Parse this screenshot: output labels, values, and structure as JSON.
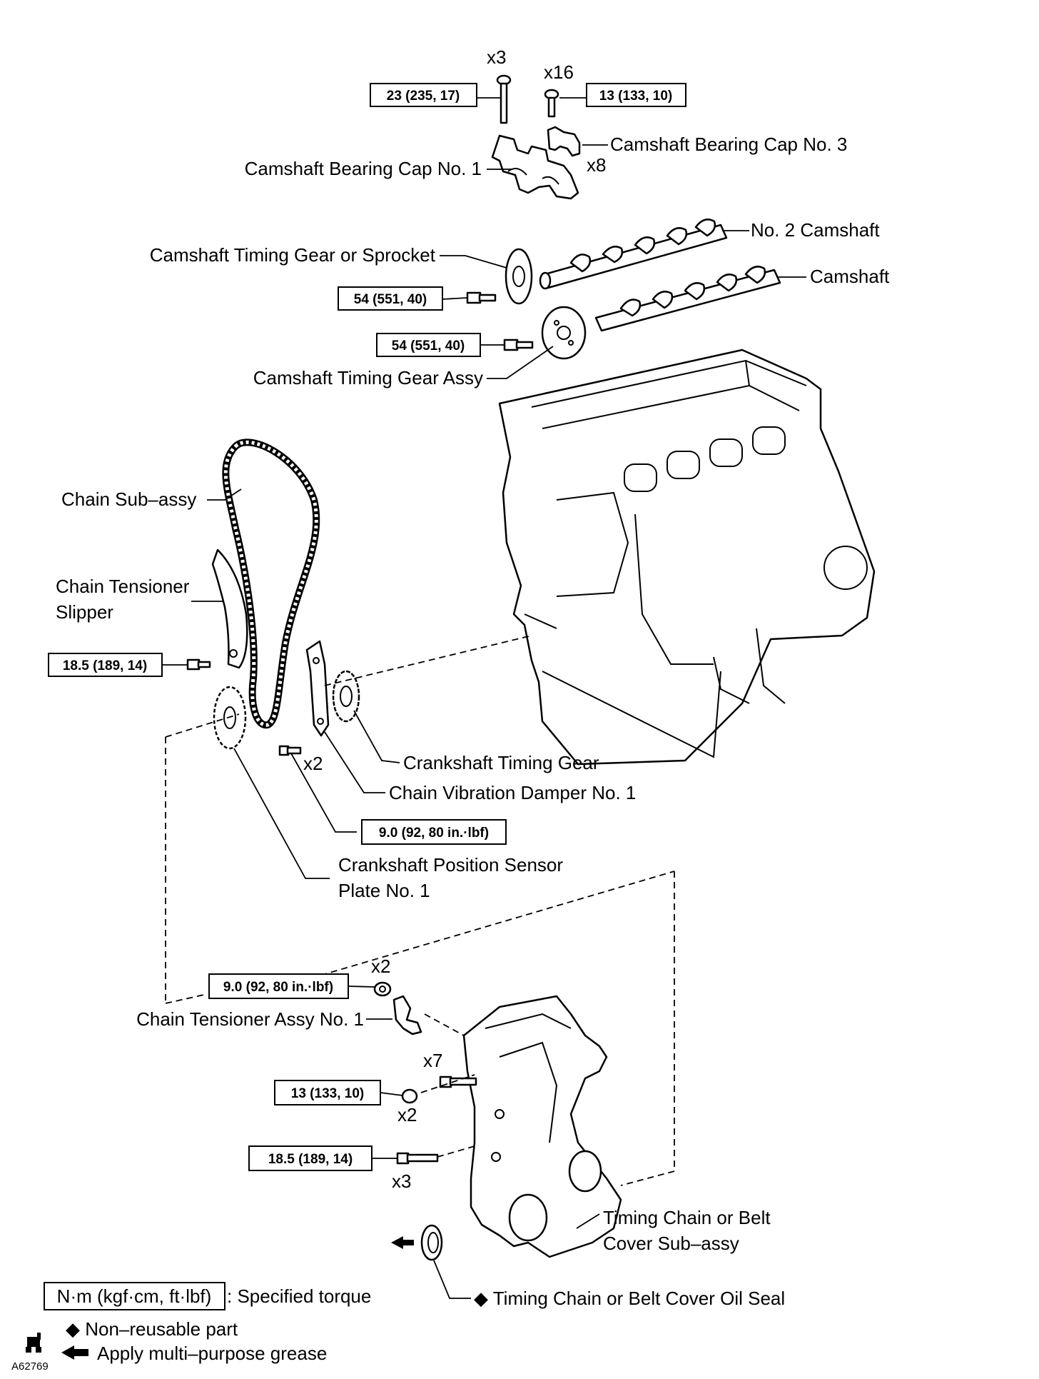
{
  "labels": {
    "cap3": "Camshaft Bearing Cap No. 3",
    "cap1": "Camshaft Bearing Cap No. 1",
    "no2cam": "No. 2 Camshaft",
    "sprocket": "Camshaft Timing Gear or Sprocket",
    "camshaft": "Camshaft",
    "gearassy": "Camshaft Timing Gear Assy",
    "chain": "Chain Sub–assy",
    "slipper_l1": "Chain Tensioner",
    "slipper_l2": "Slipper",
    "crankgear": "Crankshaft Timing Gear",
    "damper": "Chain Vibration Damper No. 1",
    "sensor_l1": "Crankshaft Position Sensor",
    "sensor_l2": "Plate No. 1",
    "tensioner": "Chain Tensioner Assy No. 1",
    "cover_l1": "Timing Chain or Belt",
    "cover_l2": "Cover Sub–assy",
    "oilseal": "◆ Timing Chain or Belt Cover Oil Seal"
  },
  "counts": {
    "c1": "x3",
    "c2": "x16",
    "c3": "x8",
    "c4": "x2",
    "c5": "x2",
    "c6": "x7",
    "c7": "x2",
    "c8": "x3"
  },
  "torques": {
    "t1": "23 (235, 17)",
    "t2": "13 (133, 10)",
    "t3": "54 (551, 40)",
    "t4": "54 (551, 40)",
    "t5": "18.5 (189, 14)",
    "t6": "9.0 (92, 80 in.·lbf)",
    "t7": "9.0 (92, 80 in.·lbf)",
    "t8": "13 (133, 10)",
    "t9": "18.5 (189, 14)"
  },
  "legend": {
    "box": "N·m (kgf·cm, ft·lbf)",
    "torque_text": ": Specified torque",
    "nonreusable": "◆ Non–reusable part",
    "grease": "Apply multi–purpose grease"
  },
  "figure_id": "A62769"
}
